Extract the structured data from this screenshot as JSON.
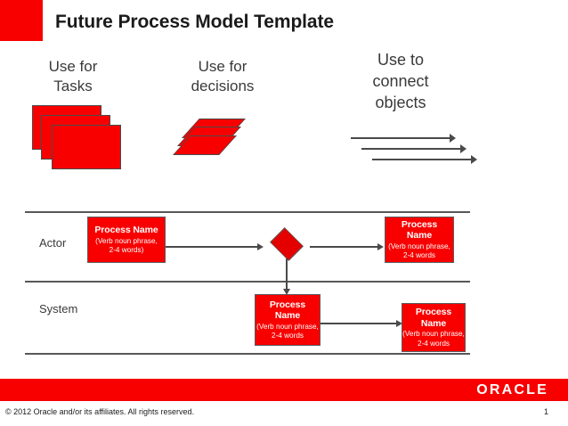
{
  "slide": {
    "title": "Future Process Model Template",
    "accent_color": "#f80000",
    "shape_fill": "#f90000",
    "line_color": "#58585b"
  },
  "legend": {
    "tasks_label": "Use for\nTasks",
    "decisions_label": "Use for\ndecisions",
    "connect_label": "Use to\nconnect\nobjects"
  },
  "swimlanes": [
    {
      "label": "Actor"
    },
    {
      "label": "System"
    }
  ],
  "process_boxes": [
    {
      "title": "Process Name",
      "subtitle": "(Verb noun phrase,\n2-4 words)",
      "lane": "Actor"
    },
    {
      "title": "Process\nName",
      "subtitle": "(Verb noun phrase,\n2-4 words",
      "lane": "Actor"
    },
    {
      "title": "Process\nName",
      "subtitle": "(Verb noun phrase,\n2-4 words",
      "lane": "System"
    },
    {
      "title": "Process\nName",
      "subtitle": "(Verb noun phrase,\n2-4 words",
      "lane": "System"
    }
  ],
  "footer": {
    "logo": "ORACLE",
    "copyright": "© 2012 Oracle and/or its affiliates.  All rights reserved.",
    "page_number": "1"
  }
}
